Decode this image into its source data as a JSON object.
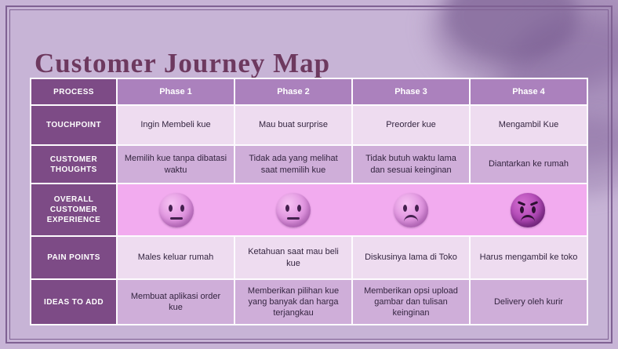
{
  "title": "Customer Journey Map",
  "table": {
    "header_row": {
      "label": "PROCESS",
      "cells": [
        "Phase 1",
        "Phase 2",
        "Phase 3",
        "Phase 4"
      ]
    },
    "touchpoint": {
      "label": "TOUCHPOINT",
      "cells": [
        "Ingin Membeli kue",
        "Mau buat surprise",
        "Preorder kue",
        "Mengambil Kue"
      ]
    },
    "customer_thoughts": {
      "label": "CUSTOMER THOUGHTS",
      "cells": [
        "Memilih kue tanpa dibatasi waktu",
        "Tidak ada yang melihat saat memilih kue",
        "Tidak butuh waktu lama dan sesuai keinginan",
        "Diantarkan ke rumah"
      ]
    },
    "overall_experience": {
      "label": "OVERALL CUSTOMER EXPERIENCE",
      "emojis": [
        "neutral-face-emoji",
        "neutral-face-emoji",
        "sad-face-emoji",
        "angry-face-emoji"
      ]
    },
    "pain_points": {
      "label": "PAIN POINTS",
      "cells": [
        "Males keluar rumah",
        "Ketahuan saat mau beli kue",
        "Diskusinya lama di Toko",
        "Harus mengambil ke toko"
      ]
    },
    "ideas_to_add": {
      "label": "IDEAS TO ADD",
      "cells": [
        "Membuat aplikasi order kue",
        "Memberikan pilihan kue yang banyak dan harga terjangkau",
        "Memberikan opsi upload gambar dan tulisan keinginan",
        "Delivery oleh kurir"
      ]
    }
  },
  "colors": {
    "background": "#c7b4d6",
    "title": "#6d395f",
    "label_cell": "#7d4b86",
    "phase_header": "#ab81bd",
    "row_light": "#eedcf0",
    "row_medium": "#cfaed9",
    "experience_row": "#f2abef"
  }
}
